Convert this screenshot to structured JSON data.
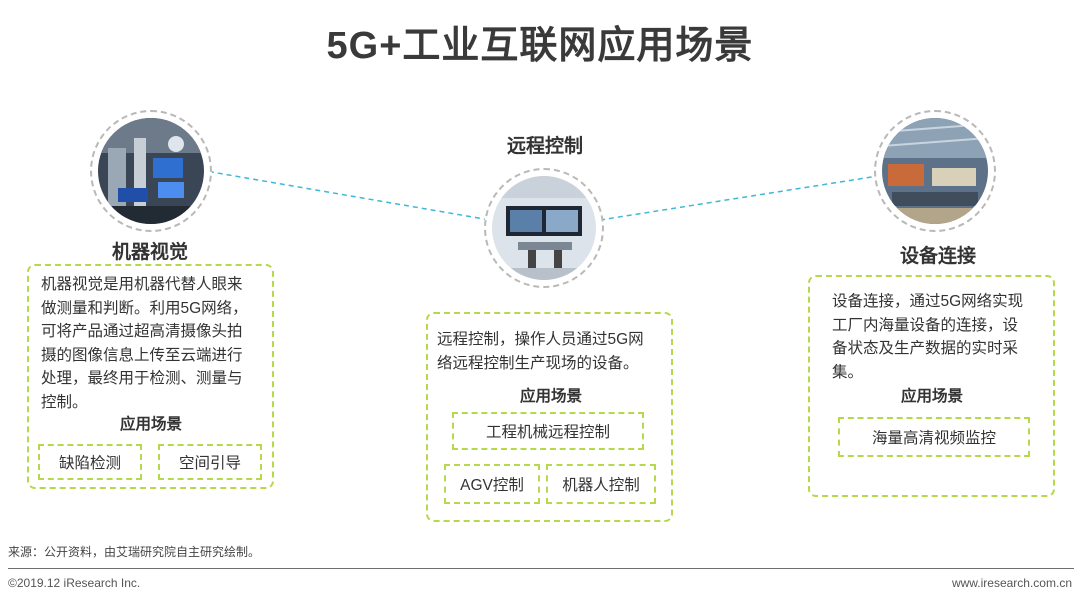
{
  "title": "5G+工业互联网应用场景",
  "colors": {
    "accent_green": "#b6d84a",
    "connector_blue": "#3fb8d6",
    "circle_border": "#b9b9b9"
  },
  "nodes": {
    "vision": {
      "label": "机器视觉",
      "icon": "machine-vision-photo",
      "desc_lines": [
        "机器视觉是用机器代替人眼来",
        "做测量和判断。利用5G网络，",
        "可将产品通过超高清摄像头拍",
        "摄的图像信息上传至云端进行",
        "处理，最终用于检测、测量与",
        "控制。"
      ],
      "scenario_title": "应用场景",
      "tags": [
        "缺陷检测",
        "空间引导"
      ]
    },
    "remote": {
      "label": "远程控制",
      "icon": "remote-control-photo",
      "desc_lines": [
        "远程控制，操作人员通过5G网",
        "络远程控制生产现场的设备。"
      ],
      "scenario_title": "应用场景",
      "tags": [
        "工程机械远程控制",
        "AGV控制",
        "机器人控制"
      ]
    },
    "connect": {
      "label": "设备连接",
      "icon": "factory-photo",
      "desc_lines": [
        "设备连接，通过5G网络实现",
        "工厂内海量设备的连接，设",
        "备状态及生产数据的实时采",
        "集。"
      ],
      "scenario_title": "应用场景",
      "tags": [
        "海量高清视频监控"
      ]
    }
  },
  "footer": {
    "source": "来源：公开资料，由艾瑞研究院自主研究绘制。",
    "copyright": "©2019.12 iResearch Inc.",
    "website": "www.iresearch.com.cn"
  }
}
